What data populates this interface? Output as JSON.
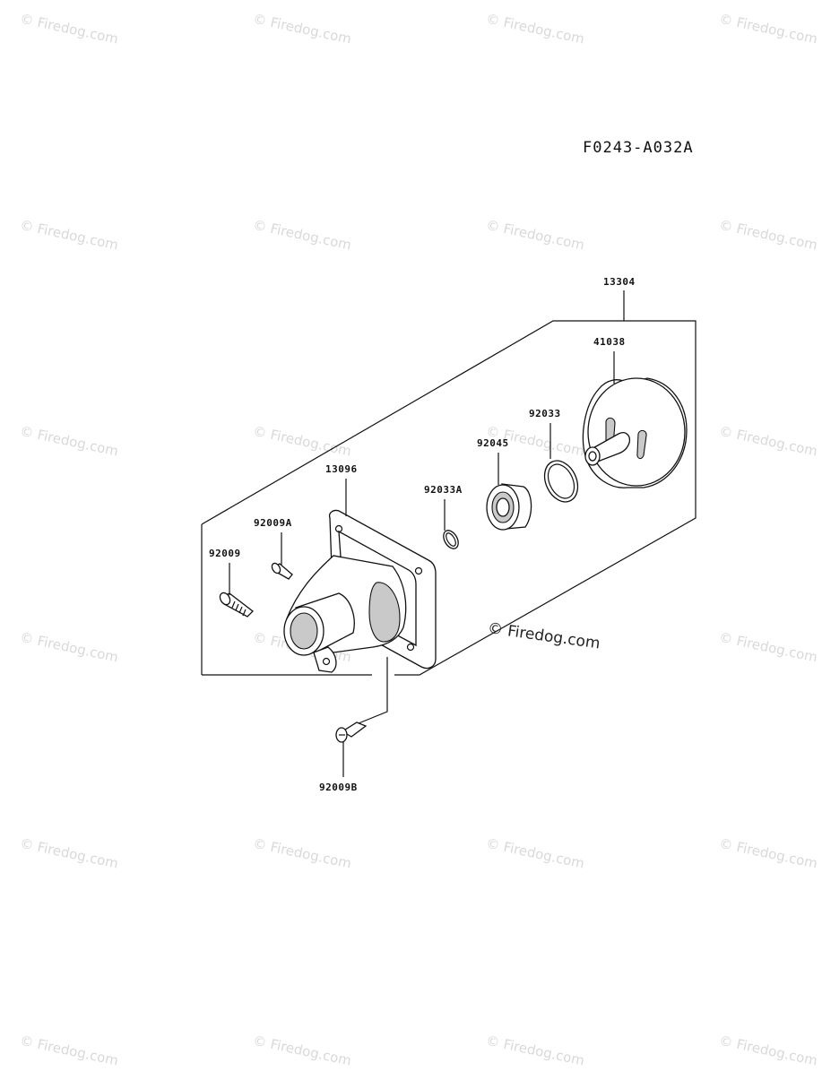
{
  "diagram_code": "F0243-A032A",
  "watermark_text": "Firedog.com",
  "watermark_symbol": "©",
  "parts": {
    "assembly": "13304",
    "drum": "41038",
    "snap_ring_outer": "92033",
    "bearing": "92045",
    "snap_ring_inner": "92033A",
    "housing": "13096",
    "bolt_a": "92009A",
    "bolt": "92009",
    "bolt_b": "92009B"
  }
}
